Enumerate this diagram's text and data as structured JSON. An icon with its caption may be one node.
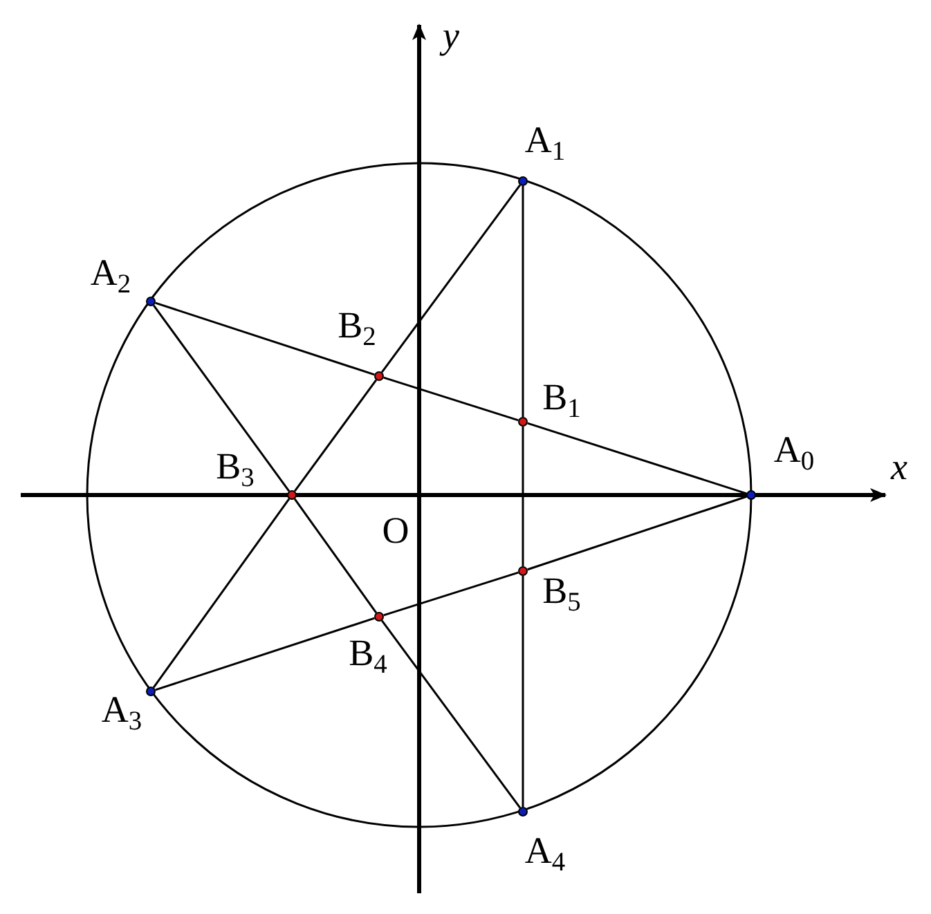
{
  "diagram": {
    "nodes": [
      {
        "text": [],
        "shape": "circle",
        "beside": [
          "A$_{0}$"
        ]
      },
      {
        "text": [],
        "shape": "circle",
        "beside": [
          "A$_{1}$"
        ]
      },
      {
        "text": [],
        "shape": "circle",
        "beside": [
          "A$_{2}$"
        ]
      },
      {
        "text": [],
        "shape": "circle",
        "beside": [
          "A$_{3}$"
        ]
      },
      {
        "text": [],
        "shape": "circle",
        "beside": [
          "A$_{4}$"
        ]
      },
      {
        "text": [],
        "shape": "circle",
        "beside": [
          "B$_{1}$"
        ]
      },
      {
        "text": [],
        "shape": "circle",
        "beside": [
          "B$_{2}$"
        ]
      },
      {
        "text": [],
        "shape": "circle",
        "beside": [
          "B$_{3}$"
        ]
      },
      {
        "text": [],
        "shape": "circle",
        "beside": [
          "B$_{4}$"
        ]
      },
      {
        "text": [],
        "shape": "circle",
        "beside": [
          "B$_{5}$"
        ]
      }
    ],
    "edges": [
      {
        "from": 0,
        "to": 5,
        "arrow": "none"
      },
      {
        "from": 5,
        "to": 6,
        "arrow": "none"
      },
      {
        "from": 6,
        "to": 2,
        "arrow": "none"
      },
      {
        "from": 2,
        "to": 7,
        "arrow": "none"
      },
      {
        "from": 7,
        "to": 8,
        "arrow": "none"
      },
      {
        "from": 8,
        "to": 4,
        "arrow": "none"
      },
      {
        "from": 4,
        "to": 9,
        "arrow": "none"
      },
      {
        "from": 9,
        "to": 5,
        "arrow": "none"
      },
      {
        "from": 5,
        "to": 1,
        "arrow": "none"
      },
      {
        "from": 1,
        "to": 6,
        "arrow": "none"
      },
      {
        "from": 6,
        "to": 7,
        "arrow": "none"
      },
      {
        "from": 7,
        "to": 3,
        "arrow": "none"
      },
      {
        "from": 3,
        "to": 8,
        "arrow": "none"
      },
      {
        "from": 8,
        "to": 9,
        "arrow": "none"
      },
      {
        "from": 9,
        "to": 0,
        "arrow": "none"
      }
    ],
    "labels": [
      "y",
      "x",
      "O"
    ]
  }
}
